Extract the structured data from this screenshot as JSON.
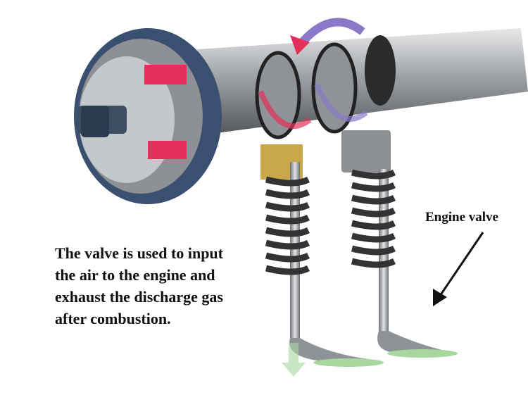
{
  "title": "Engine valve diagram",
  "label": "Engine valve",
  "caption_lines": [
    "The valve is used to input",
    "the air to the engine and",
    "exhaust the discharge gas",
    "after combustion."
  ],
  "colors": {
    "text": "#111111",
    "accent_red": "#e2305a",
    "accent_purple": "#8a78c8",
    "metal": "#9a9ea3",
    "gear": "#3a5070",
    "seat": "#a8d8a0"
  }
}
